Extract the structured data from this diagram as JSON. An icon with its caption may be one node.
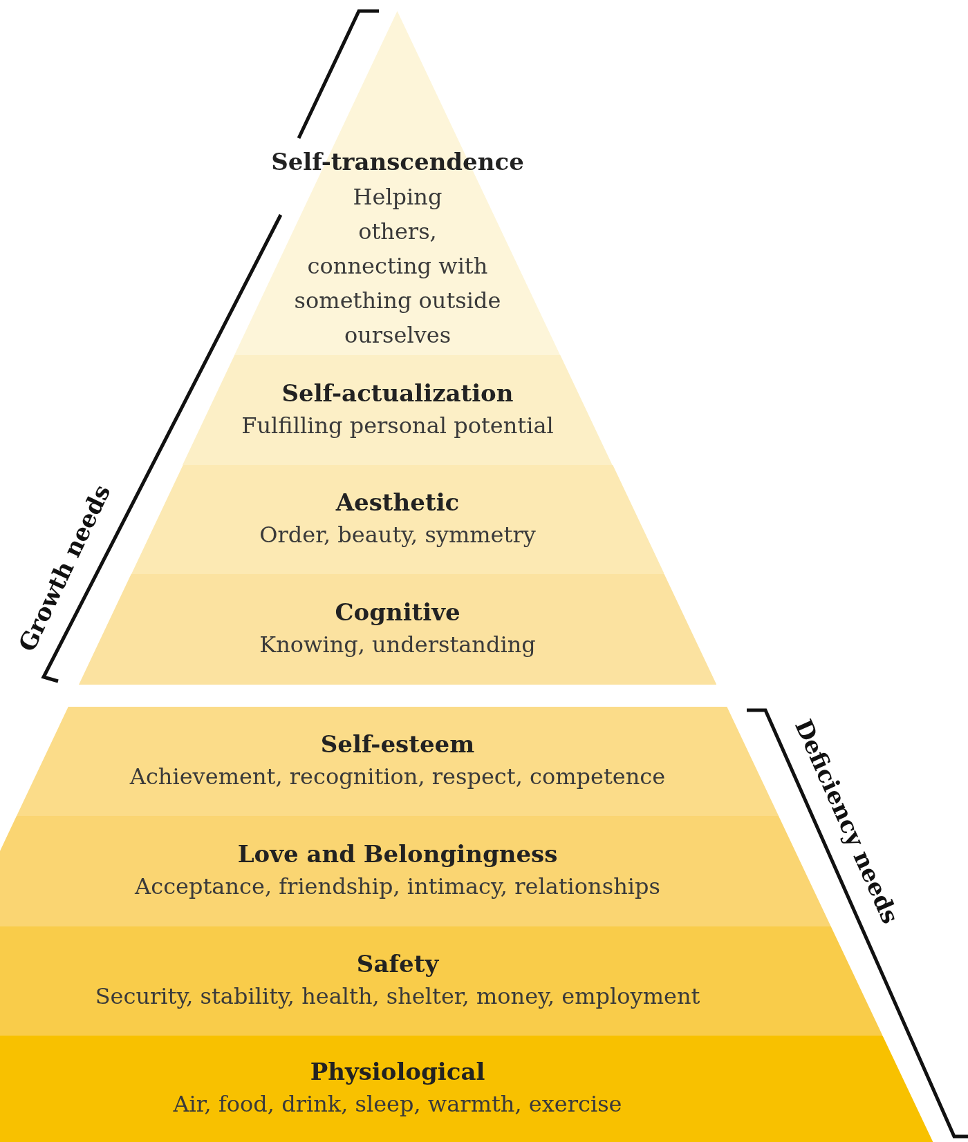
{
  "diagram": {
    "nodes": [
      {
        "text": [
          "Self-transcendence",
          "Helping others, connecting with something outside ourselves"
        ]
      },
      {
        "text": [
          "Self-actualization",
          "Fulfilling personal potential"
        ]
      },
      {
        "text": [
          "Aesthetic",
          "Order, beauty, symmetry"
        ]
      },
      {
        "text": [
          "Cognitive",
          "Knowing, understanding"
        ]
      },
      {
        "text": [
          "Self-esteem",
          "Achievement, recognition, respect, competence"
        ]
      },
      {
        "text": [
          "Love and Belongingness",
          "Acceptance, friendship, intimacy, relationships"
        ]
      },
      {
        "text": [
          "Safety",
          "Security, stability, health, shelter, money, employment"
        ]
      },
      {
        "text": [
          "Physiological",
          "Air, food, drink, sleep, warmth, exercise"
        ]
      }
    ],
    "labels": [
      "Growth needs",
      "Deficiency needs"
    ]
  }
}
